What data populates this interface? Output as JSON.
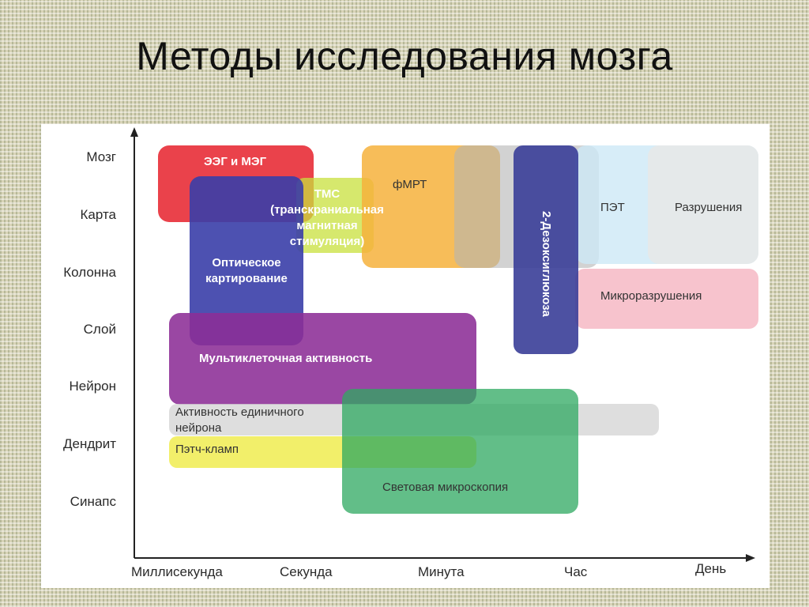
{
  "title": "Методы исследования мозга",
  "axes": {
    "y_levels": [
      "Мозг",
      "Карта",
      "Колонна",
      "Слой",
      "Нейрон",
      "Дендрит",
      "Синапс"
    ],
    "x_levels": [
      "Миллисекунда",
      "Секунда",
      "Минута",
      "Час",
      "День"
    ]
  },
  "methods": {
    "eeg_meg": "ЭЭГ и МЭГ",
    "tms_line1": "ТМС",
    "tms_line2": "(транскраниальная",
    "tms_line3": "магнитная",
    "tms_line4": "стимуляция)",
    "fmri": "фМРТ",
    "deoxyglucose": "2-Дезоксиглюкоза",
    "pet": "ПЭТ",
    "lesions": "Разрушения",
    "microlesions": "Микроразрушения",
    "optical_line1": "Оптическое",
    "optical_line2": "картирование",
    "multicell": "Мультиклеточная активность",
    "single_line1": "Активность единичного",
    "single_line2": "нейрона",
    "patch_clamp": "Пэтч-кламп",
    "light_microscopy": "Световая микроскопия"
  },
  "colors": {
    "eeg": "#e8323c",
    "tms": "#c8e03c",
    "fmri": "#f6b23c",
    "gray": "#b4b4b4",
    "deoxy": "#3a3e98",
    "pet": "#cde8f6",
    "lesions": "#e8e8e8",
    "microlesions": "#f6b8c4",
    "optical": "#3a3ea8",
    "multicell": "#8c2e96",
    "single": "#d6d6d6",
    "patch": "#f0ec50",
    "light": "#2ea860"
  }
}
